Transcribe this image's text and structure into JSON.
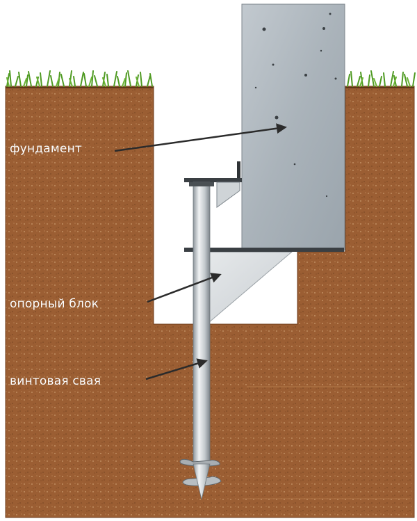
{
  "labels": {
    "foundation": "фундамент",
    "support_block": "опорный блок",
    "screw_pile": "винтовая свая"
  },
  "colors": {
    "soil": "#9a5d32",
    "soil_edge": "#6f3e1c",
    "grass": "#5aa02a",
    "concrete": "#aab3b9",
    "pile": "#c9ced2",
    "label_text": "#ffffff",
    "arrow": "#2b2b2b"
  }
}
